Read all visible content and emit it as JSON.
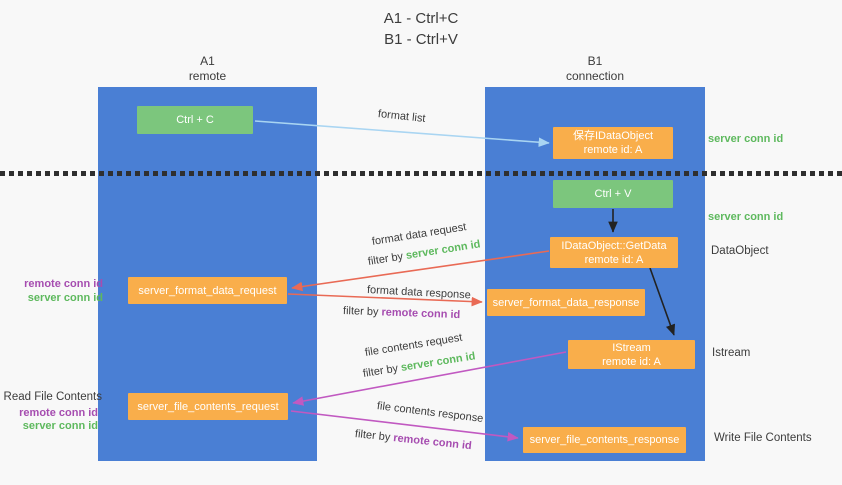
{
  "title": {
    "line1": "A1 - Ctrl+C",
    "line2": "B1 - Ctrl+V"
  },
  "columns": {
    "left": {
      "name": "A1",
      "role": "remote"
    },
    "right": {
      "name": "B1",
      "role": "connection"
    }
  },
  "boxes": {
    "ctrl_c": "Ctrl + C",
    "ctrl_v": "Ctrl + V",
    "save_idataobject": {
      "line1": "保存IDataObject",
      "line2": "remote id: A"
    },
    "getdata": {
      "line1": "IDataObject::GetData",
      "line2": "remote id: A"
    },
    "istream": {
      "line1": "IStream",
      "line2": "remote id: A"
    },
    "format_request": "server_format_data_request",
    "format_response": "server_format_data_response",
    "file_request": "server_file_contents_request",
    "file_response": "server_file_contents_response"
  },
  "arrow_labels": {
    "format_list": "format list",
    "format_data_request": "format data request",
    "format_data_response": "format data response",
    "file_contents_request": "file contents request",
    "file_contents_response": "file contents response",
    "filter_prefix": "filter by",
    "server_conn_id": "server conn id",
    "remote_conn_id": "remote conn id"
  },
  "side_labels": {
    "server_conn_id_top": "server conn id",
    "server_conn_id_mid": "server conn id",
    "dataobject": "DataObject",
    "istream": "Istream",
    "write_file_contents": "Write File Contents",
    "read_file_contents": "Read File Contents",
    "remote_conn_id_1": "remote conn id",
    "server_conn_id_1": "server conn id",
    "remote_conn_id_2": "remote conn id",
    "server_conn_id_2": "server conn id"
  },
  "colors": {
    "column_blue": "#4a7fd4",
    "box_green": "#7cc67d",
    "box_orange": "#f9ae4b",
    "green_text": "#5eb95e",
    "purple_text": "#a64db0",
    "arrow_lightblue": "#a9d5f2",
    "arrow_red": "#e96a55",
    "arrow_magenta": "#c159c1",
    "arrow_black": "#222222",
    "dark_text": "#3c3c3c"
  }
}
